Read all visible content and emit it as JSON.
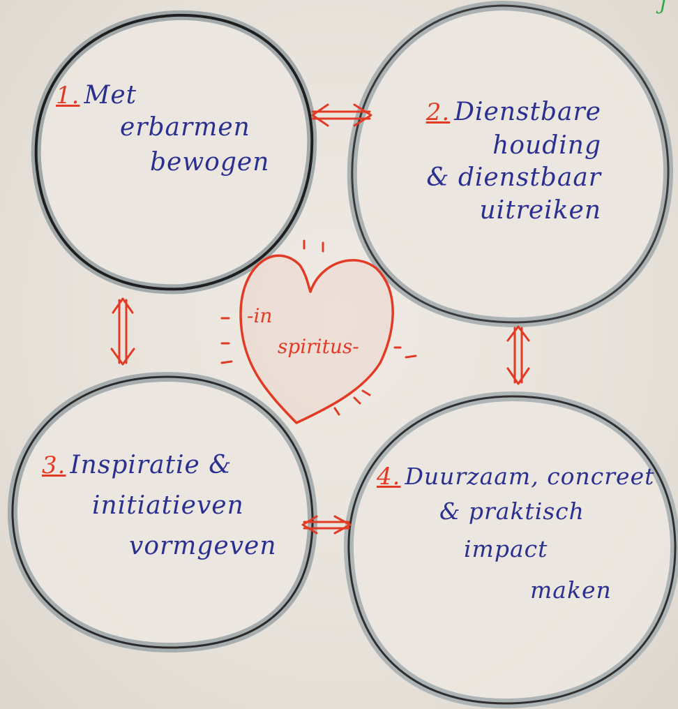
{
  "corner_mark": "j",
  "bubbles": [
    {
      "number": "1.",
      "lines": [
        "Met",
        "erbarmen",
        "bewogen"
      ]
    },
    {
      "number": "2.",
      "lines": [
        "Dienstbare",
        "houding",
        "& dienstbaar",
        "uitreiken"
      ]
    },
    {
      "number": "3.",
      "lines": [
        "Inspiratie &",
        "initiatieven",
        "vormgeven"
      ]
    },
    {
      "number": "4.",
      "lines": [
        "Duurzaam, concreet",
        "& praktisch",
        "impact",
        "maken"
      ]
    }
  ],
  "center": {
    "line1": "-in",
    "line2": "spiritus-"
  },
  "colors": {
    "ink_blue": "#2b2f8f",
    "ink_red": "#e23a24",
    "outline": "#2a2a2a",
    "paper": "#e9e4dc"
  }
}
